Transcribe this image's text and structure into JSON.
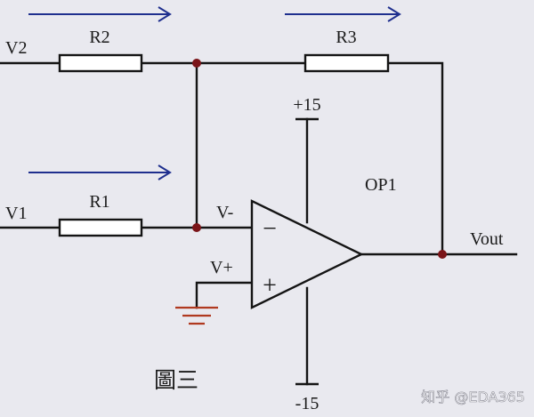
{
  "labels": {
    "v2": "V2",
    "v1": "V1",
    "r2": "R2",
    "r1": "R1",
    "r3": "R3",
    "plus15": "+15",
    "minus15": "-15",
    "op1": "OP1",
    "vminus": "V-",
    "vplus": "V+",
    "vout": "Vout",
    "minus_sign": "−",
    "plus_sign": "+"
  },
  "caption": "圖三",
  "watermark": "知乎 @EDA365",
  "colors": {
    "background": "#e9e9ef",
    "wire": "#141414",
    "node": "#7a1418",
    "resistor_fill": "#ffffff",
    "ground": "#b03a20",
    "arrow": "#1f2f8e"
  }
}
